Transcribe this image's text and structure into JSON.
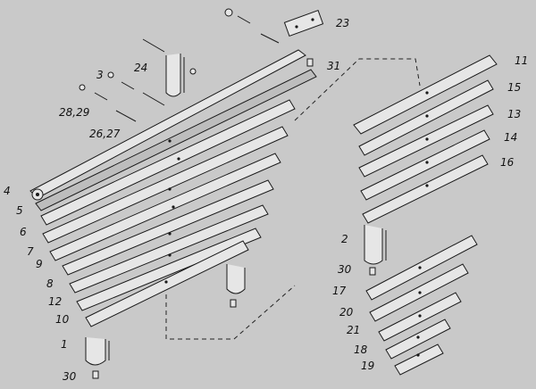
{
  "diagram": {
    "labels": {
      "l1": "1",
      "l2": "2",
      "l3": "3",
      "l4": "4",
      "l5": "5",
      "l6": "6",
      "l7": "7",
      "l8": "8",
      "l9": "9",
      "l10": "10",
      "l11": "11",
      "l12": "12",
      "l13": "13",
      "l14": "14",
      "l15": "15",
      "l16": "16",
      "l17": "17",
      "l18": "18",
      "l19": "19",
      "l20": "20",
      "l21": "21",
      "l23": "23",
      "l24": "24",
      "l26_27": "26,27",
      "l28_29": "28,29",
      "l30a": "30",
      "l30b": "30",
      "l31": "31"
    }
  }
}
